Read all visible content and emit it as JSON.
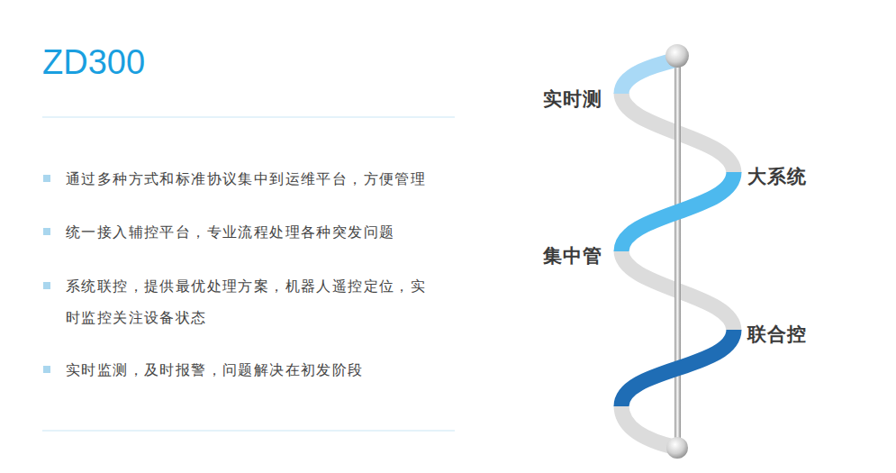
{
  "diagram": {
    "title": "ZD300",
    "labels": [
      "通过多种方式和标准协议集中到运维平台，方便管理",
      "统一接入辅控平台，专业流程处理各种突发问题",
      "系统联控，提供最优处理方案，机器人遥控定位，实时监控关注设备状态",
      "实时监测，及时报警，问题解决在初发阶段",
      "实时测",
      "大系统",
      "集中管",
      "联合控"
    ]
  }
}
